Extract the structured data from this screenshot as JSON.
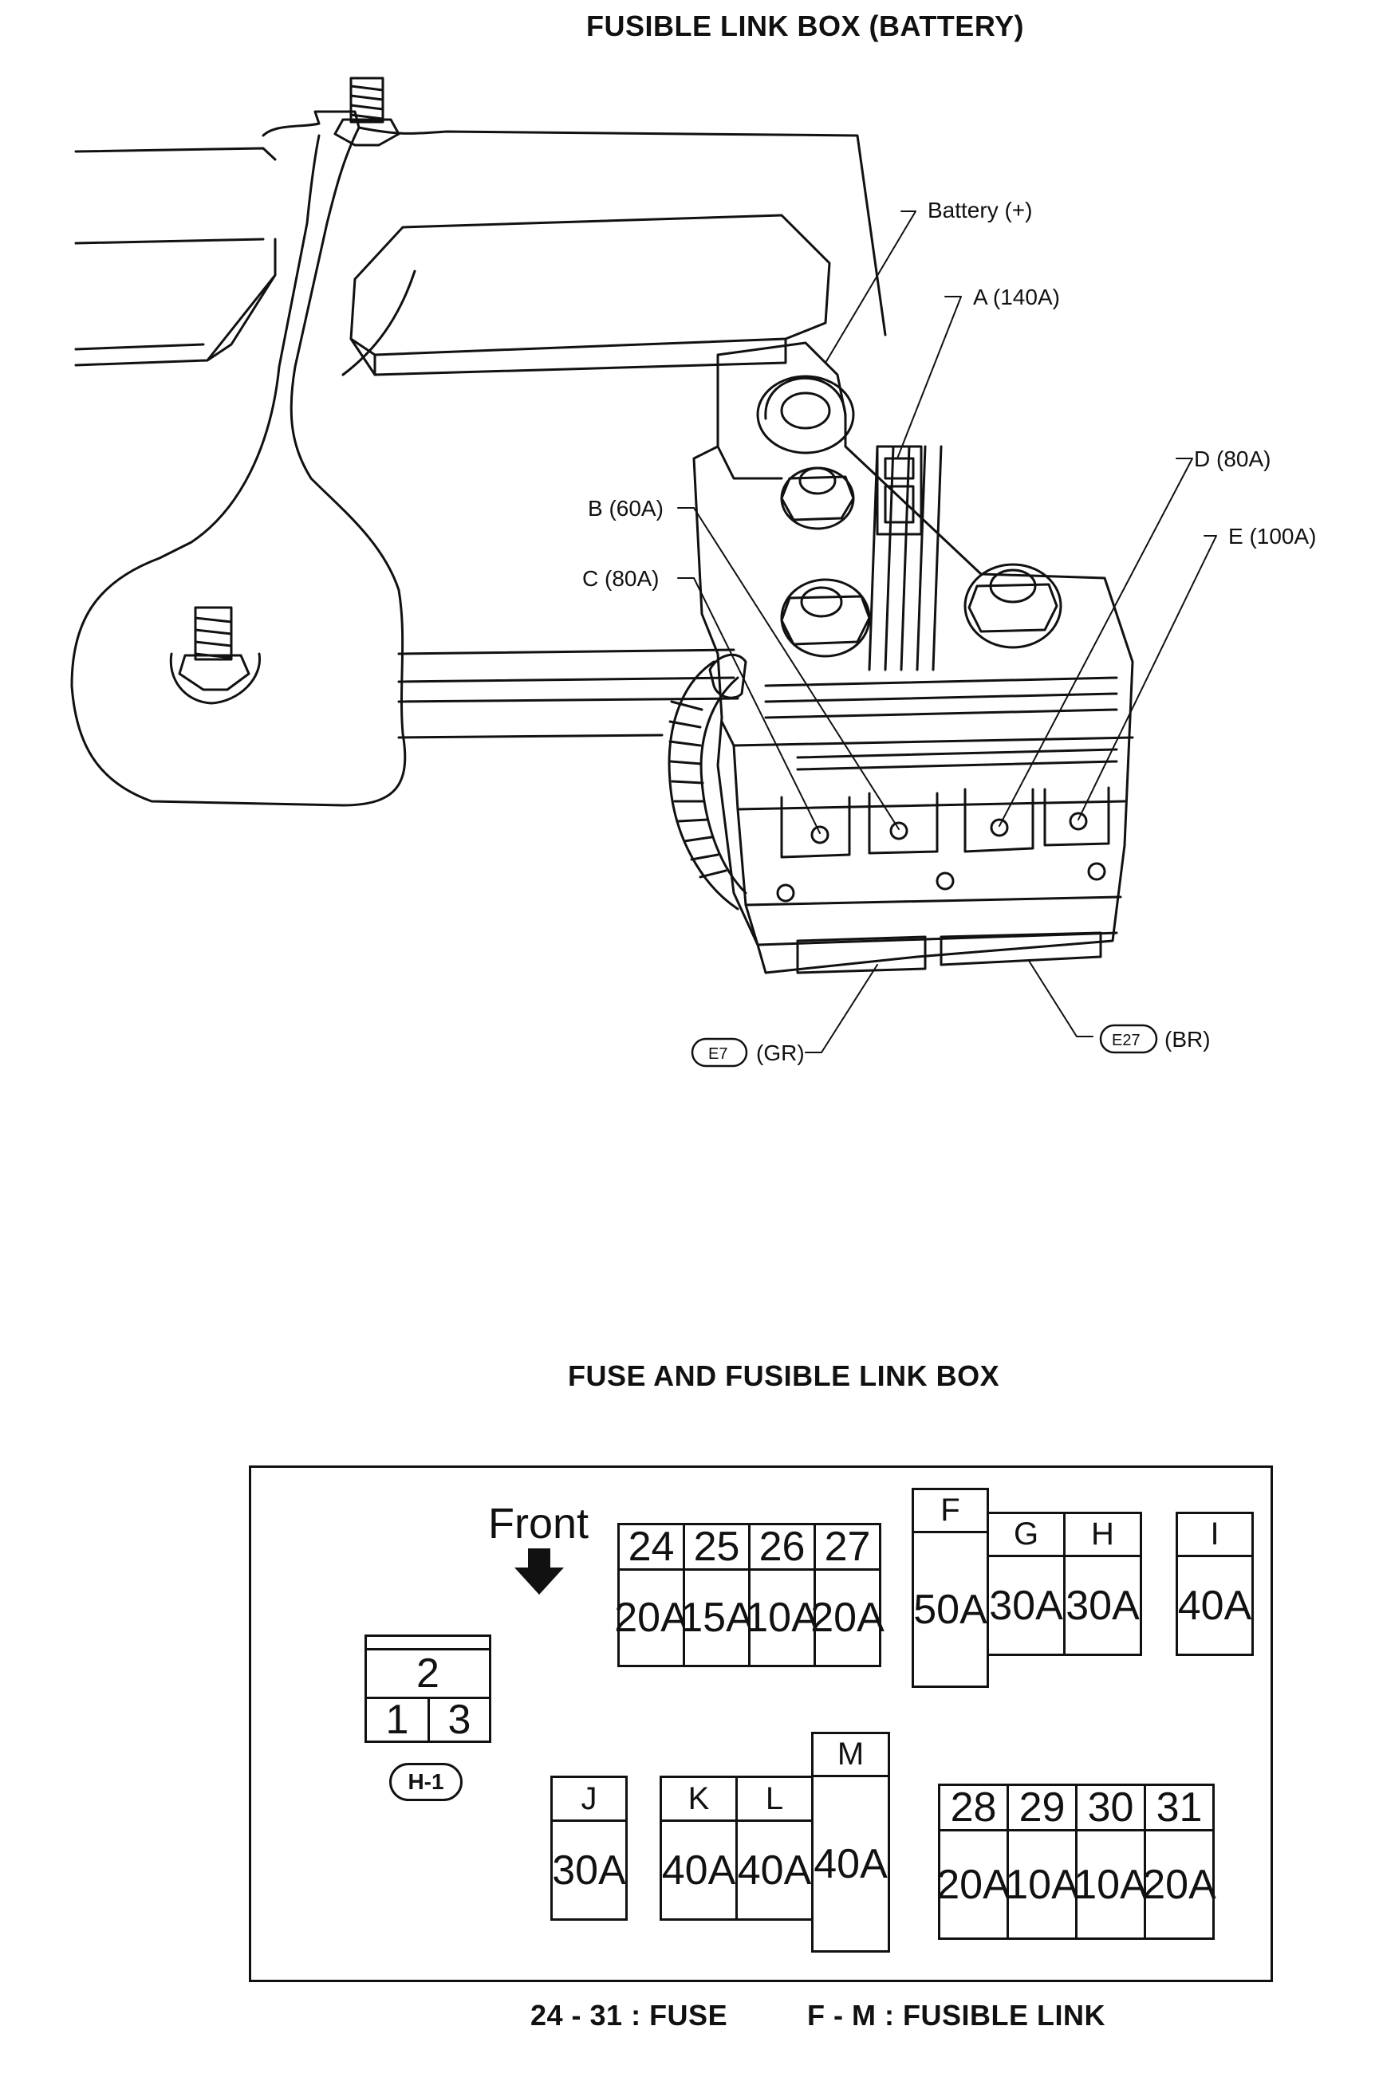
{
  "diagram1": {
    "title": "FUSIBLE LINK BOX (BATTERY)",
    "labels": {
      "battery": "Battery (+)",
      "a": "A (140A)",
      "b": "B (60A)",
      "c": "C (80A)",
      "d": "D (80A)",
      "e": "E (100A)"
    },
    "connectors": [
      {
        "id": "E7",
        "color": "(GR)"
      },
      {
        "id": "E27",
        "color": "(BR)"
      }
    ]
  },
  "diagram2": {
    "title": "FUSE AND FUSIBLE LINK BOX",
    "front_label": "Front",
    "fuses_top": [
      {
        "num": "24",
        "amp": "20A"
      },
      {
        "num": "25",
        "amp": "15A"
      },
      {
        "num": "26",
        "amp": "10A"
      },
      {
        "num": "27",
        "amp": "20A"
      }
    ],
    "fuses_bottom": [
      {
        "num": "28",
        "amp": "20A"
      },
      {
        "num": "29",
        "amp": "10A"
      },
      {
        "num": "30",
        "amp": "10A"
      },
      {
        "num": "31",
        "amp": "20A"
      }
    ],
    "links": {
      "F": {
        "letter": "F",
        "amp": "50A"
      },
      "G": {
        "letter": "G",
        "amp": "30A"
      },
      "H": {
        "letter": "H",
        "amp": "30A"
      },
      "I": {
        "letter": "I",
        "amp": "40A"
      },
      "J": {
        "letter": "J",
        "amp": "30A"
      },
      "K": {
        "letter": "K",
        "amp": "40A"
      },
      "L": {
        "letter": "L",
        "amp": "40A"
      },
      "M": {
        "letter": "M",
        "amp": "40A"
      }
    },
    "connector_h1": {
      "label": "H-1",
      "pins": [
        "2",
        "1",
        "3"
      ]
    },
    "legend": {
      "fuse": "24 - 31 : FUSE",
      "link": "F - M : FUSIBLE LINK"
    }
  }
}
